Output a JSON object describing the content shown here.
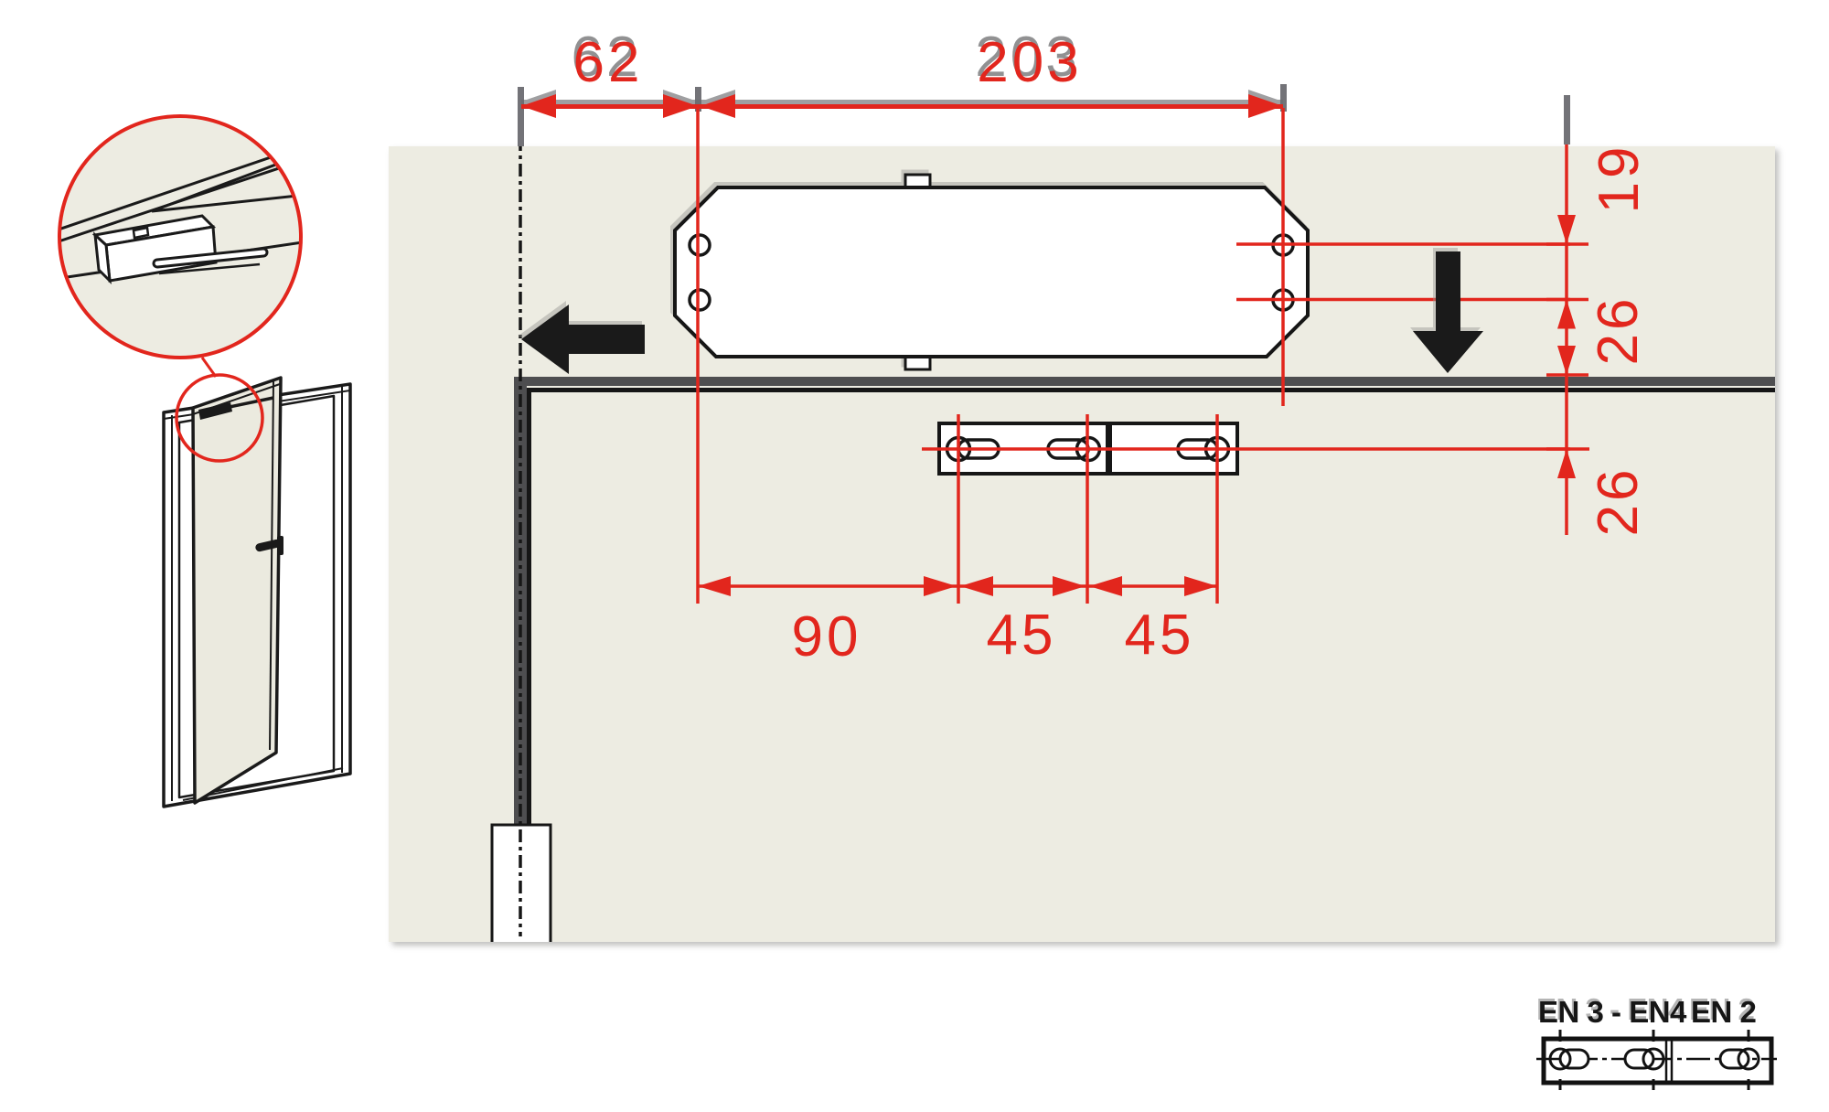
{
  "document": {
    "type": "door-closer-mounting-template-diagram",
    "background": "#ffffff"
  },
  "colors": {
    "dimension_red": "#e2261d",
    "wall_beige": "#edece2",
    "frame_gray": "#4e4e50",
    "line_black": "#1a1a1a",
    "door_leaf_fill": "#ebeadf"
  },
  "dimensions": {
    "top": [
      {
        "label": "62"
      },
      {
        "label": "203"
      }
    ],
    "right": [
      {
        "label": "19"
      },
      {
        "label": "26"
      },
      {
        "label": "26"
      }
    ],
    "bottom": [
      {
        "label": "90"
      },
      {
        "label": "45"
      },
      {
        "label": "45"
      }
    ]
  },
  "legend": {
    "range_label": "EN 3 - EN4",
    "single_label": "EN 2"
  },
  "icons": {
    "left_arrow": "push-direction-left-arrow",
    "down_arrow": "slide-down-direction-arrow",
    "detail_circle": "zoom-detail-bubble"
  }
}
